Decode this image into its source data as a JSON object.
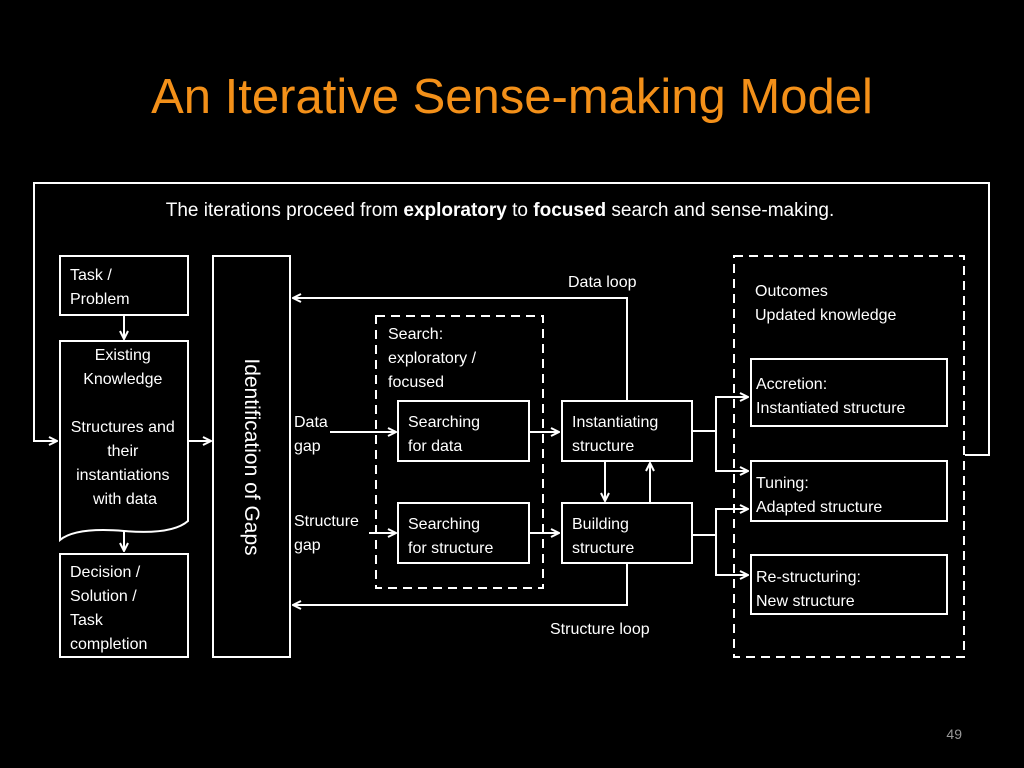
{
  "slide": {
    "title": "An Iterative Sense-making Model",
    "title_color": "#F39019",
    "page_number": "49"
  },
  "subtitle": {
    "part1": "The iterations proceed from ",
    "bold1": "exploratory",
    "part2": " to ",
    "bold2": "focused",
    "part3": " search and sense-making."
  },
  "left": {
    "task": [
      "Task /",
      "Problem"
    ],
    "knowledge": [
      "Existing",
      "Knowledge",
      "",
      "Structures and",
      "their",
      "instantiations",
      "with data"
    ],
    "decision": [
      "Decision /",
      "Solution /",
      "Task",
      "completion"
    ]
  },
  "gaps": {
    "label": "Identification of Gaps",
    "data_gap": [
      "Data",
      "gap"
    ],
    "structure_gap": [
      "Structure",
      "gap"
    ]
  },
  "search": {
    "label": [
      "Search:",
      "exploratory /",
      "focused"
    ],
    "searching_data": [
      "Searching",
      "for data"
    ],
    "searching_structure": [
      "Searching",
      "for structure"
    ]
  },
  "process": {
    "instantiating": [
      "Instantiating",
      "structure"
    ],
    "building": [
      "Building",
      "structure"
    ]
  },
  "loops": {
    "data_loop": "Data loop",
    "structure_loop": "Structure loop"
  },
  "outcomes": {
    "header": [
      "Outcomes",
      "Updated knowledge"
    ],
    "accretion": [
      "Accretion:",
      "Instantiated structure"
    ],
    "tuning": [
      "Tuning:",
      "Adapted structure"
    ],
    "restructuring": [
      "Re-structuring:",
      "New structure"
    ]
  }
}
